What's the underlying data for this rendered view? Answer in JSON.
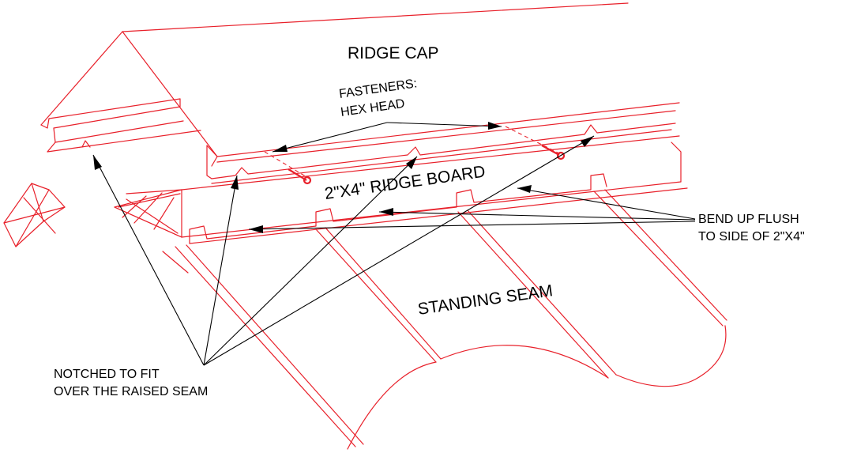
{
  "labels": {
    "ridge_cap": "RIDGE CAP",
    "fasteners_line1": "FASTENERS:",
    "fasteners_line2": "HEX HEAD",
    "ridge_board": "2\"X4\" RIDGE BOARD",
    "bend_line1": "BEND UP FLUSH",
    "bend_line2": "TO SIDE OF 2\"X4\"",
    "standing_seam": "STANDING SEAM",
    "notched_line1": "NOTCHED TO FIT",
    "notched_line2": "OVER THE RAISED SEAM"
  },
  "colors": {
    "part_lines": "#e8202a",
    "leaders_and_text": "#000000",
    "background": "#ffffff"
  }
}
